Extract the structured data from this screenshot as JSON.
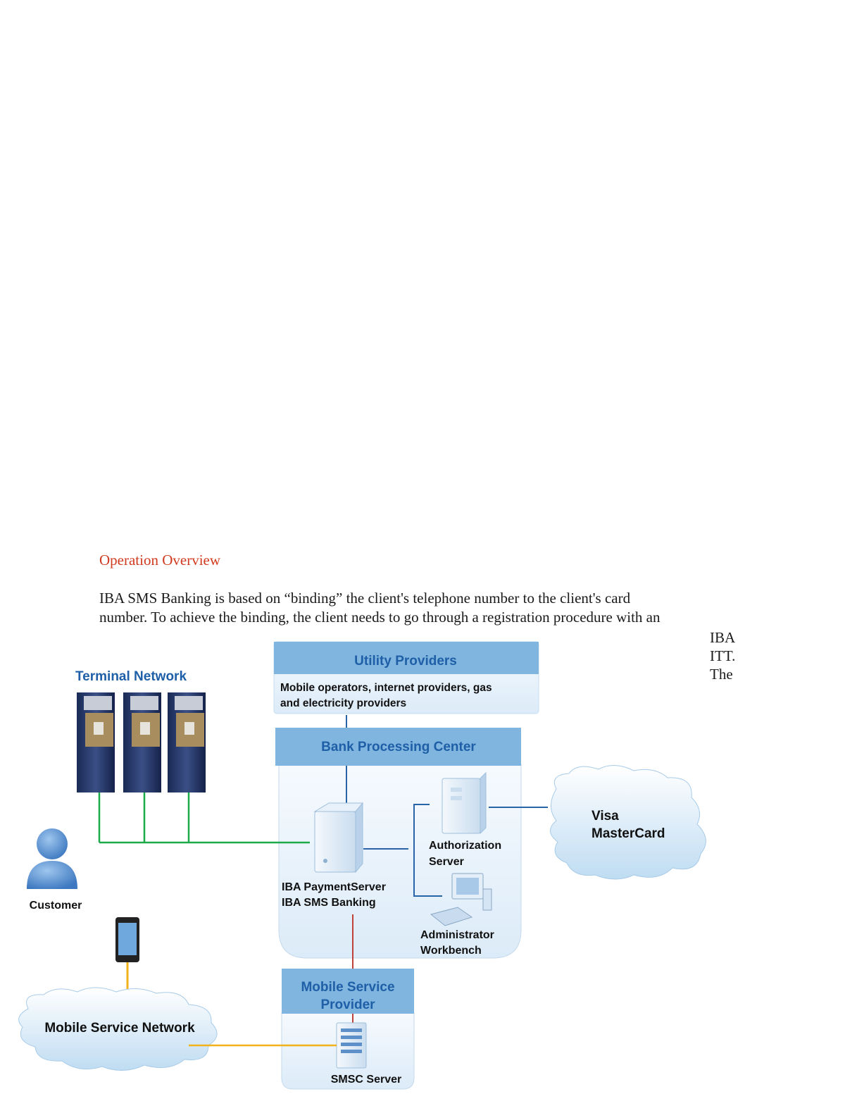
{
  "text": {
    "heading": "Operation Overview",
    "line1": "IBA SMS Banking is based on “binding” the client's telephone number to the client's card",
    "line2": "number. To achieve the binding, the client needs to go through a registration procedure with an",
    "right1": "IBA",
    "right2": "ITT.",
    "right3": "The"
  },
  "diagram": {
    "terminal_network": "Terminal Network",
    "customer": "Customer",
    "utility_title": "Utility  Providers",
    "utility_desc1": "Mobile operators, internet providers, gas",
    "utility_desc2": "and electricity providers",
    "bank_title": "Bank Processing Center",
    "payment_server1": "IBA PaymentServer",
    "payment_server2": "IBA SMS Banking",
    "auth_server1": "Authorization",
    "auth_server2": "Server",
    "admin1": "Administrator",
    "admin2": "Workbench",
    "visa": "Visa",
    "mastercard": "MasterCard",
    "msp1": "Mobile  Service",
    "msp2": "Provider",
    "smsc": "SMSC Server",
    "msn": "Mobile  Service Network"
  },
  "colors": {
    "heading": "#d03a1e",
    "title_blue": "#1f5fa8",
    "panel_header": "#7fb5de",
    "panel_body": "#eaf3fb",
    "green_link": "#1daa4a",
    "yellow_link": "#f2b21b",
    "red_link": "#c0403a",
    "blue_link": "#2a64a8"
  }
}
